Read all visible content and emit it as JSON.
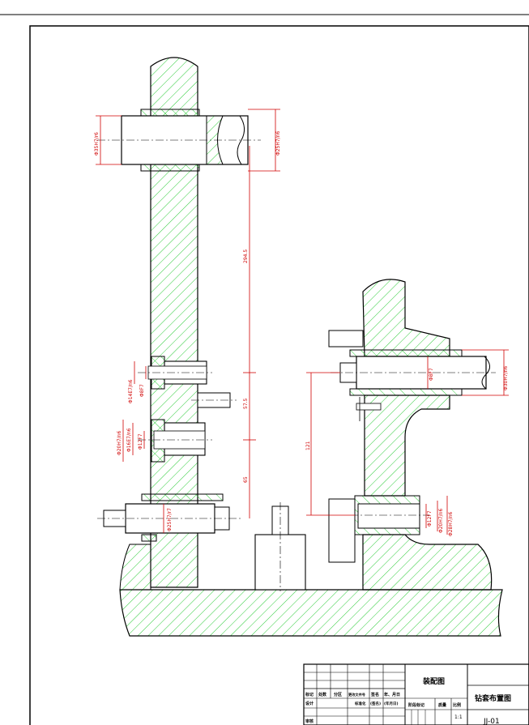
{
  "title_block": {
    "drawing_title": "装配图",
    "drawing_name": "钻套布置图",
    "drawing_number": "JJ-01",
    "scale": "1:1",
    "row_labels": {
      "mark": "标记",
      "count": "处数",
      "zone": "分区",
      "change_doc": "更改文件号",
      "signature": "签名",
      "date": "年、月日",
      "design": "设计",
      "standardization": "标准化",
      "sign2": "(签名)",
      "date2": "(年月日)",
      "stage_mark": "阶段标记",
      "weight": "质量",
      "scale_label": "比例",
      "review": "审核"
    }
  },
  "dimensions": {
    "top_left_dia": "Φ35H7/r6",
    "top_right_dia": "Φ25H7/n6",
    "overall_len": "294.5",
    "mid_len": "57.5",
    "low_len": "65",
    "drill1_a": "Φ8F7",
    "drill1_b": "Φ14E7/n6",
    "drill2_a": "Φ12F7",
    "drill2_b": "Φ16E7/n6",
    "drill2_c": "Φ20H7/n6",
    "bottom_dia": "Φ25H7/r7",
    "right_mid_a": "Φ8F7",
    "right_mid_b": "Φ30H7/n6",
    "right_height": "121",
    "right_low_a": "Φ12F7",
    "right_low_b": "Φ20H7/n6",
    "right_low_c": "Φ28H7/n6"
  },
  "colors": {
    "hatch": "#2ecc3a",
    "line": "#000000",
    "dimension": "#d00000",
    "center": "#000000"
  }
}
